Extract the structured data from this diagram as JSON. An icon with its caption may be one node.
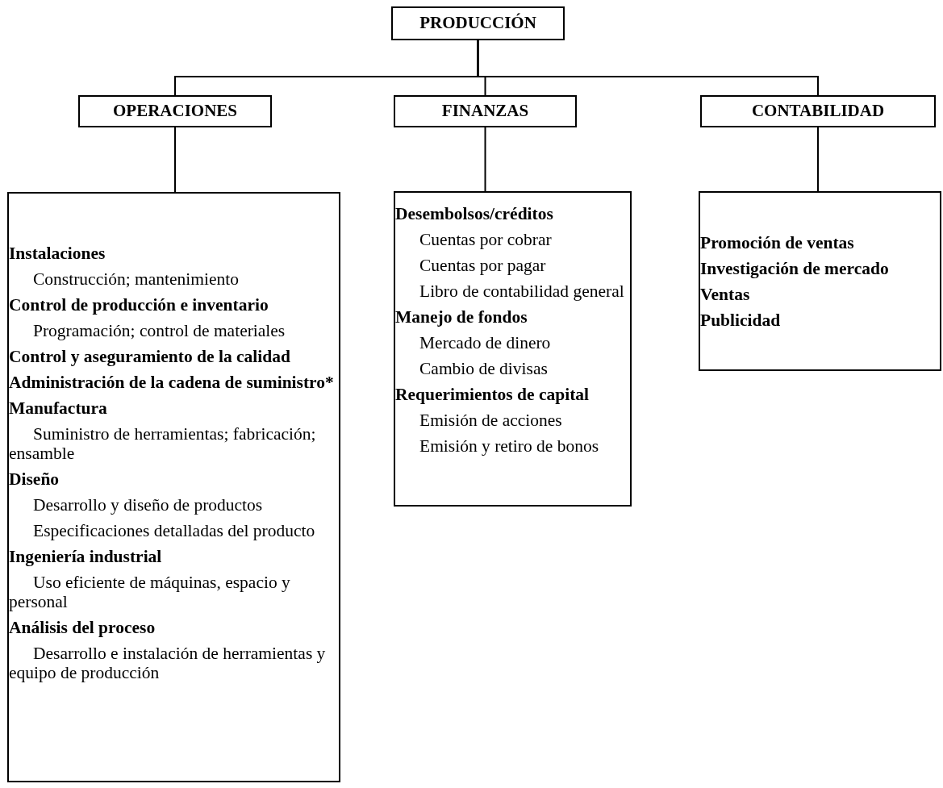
{
  "diagram": {
    "nodes": [
      {
        "text": [
          "PRODUCCIÓN"
        ]
      },
      {
        "text": [
          "OPERACIONES"
        ]
      },
      {
        "text": [
          "FINANZAS"
        ]
      },
      {
        "text": [
          "CONTABILIDAD"
        ]
      },
      {
        "text": [
          "Instalaciones",
          "Construcción; mantenimiento",
          "Control de producción e inventario",
          "Programación; control de materiales",
          "Control y aseguramiento de la calidad",
          "Administración de la cadena de suministro*",
          "Manufactura",
          "Suministro de herramientas; fabricación; ensamble",
          "Diseño",
          "Desarrollo y diseño de productos",
          "Especificaciones detalladas del producto",
          "Ingeniería industrial",
          "Uso eficiente de máquinas, espacio y personal",
          "Análisis del proceso",
          "Desarrollo e instalación de herramientas y equipo de producción"
        ]
      },
      {
        "text": [
          "Desembolsos/créditos",
          "Cuentas por cobrar",
          "Cuentas por pagar",
          "Libro de contabilidad general",
          "Manejo de fondos",
          "Mercado de dinero",
          "Cambio de divisas",
          "Requerimientos de capital",
          "Emisión de acciones",
          "Emisión y retiro de bonos"
        ]
      },
      {
        "text": [
          "Promoción de ventas",
          "Investigación de mercado",
          "Ventas",
          "Publicidad"
        ]
      }
    ],
    "edges": [
      {
        "from": 0,
        "to": 1,
        "arrow": "none"
      },
      {
        "from": 0,
        "to": 2,
        "arrow": "none"
      },
      {
        "from": 0,
        "to": 3,
        "arrow": "none"
      },
      {
        "from": 1,
        "to": 4,
        "arrow": "none"
      },
      {
        "from": 2,
        "to": 5,
        "arrow": "none"
      },
      {
        "from": 3,
        "to": 6,
        "arrow": "none"
      }
    ]
  }
}
